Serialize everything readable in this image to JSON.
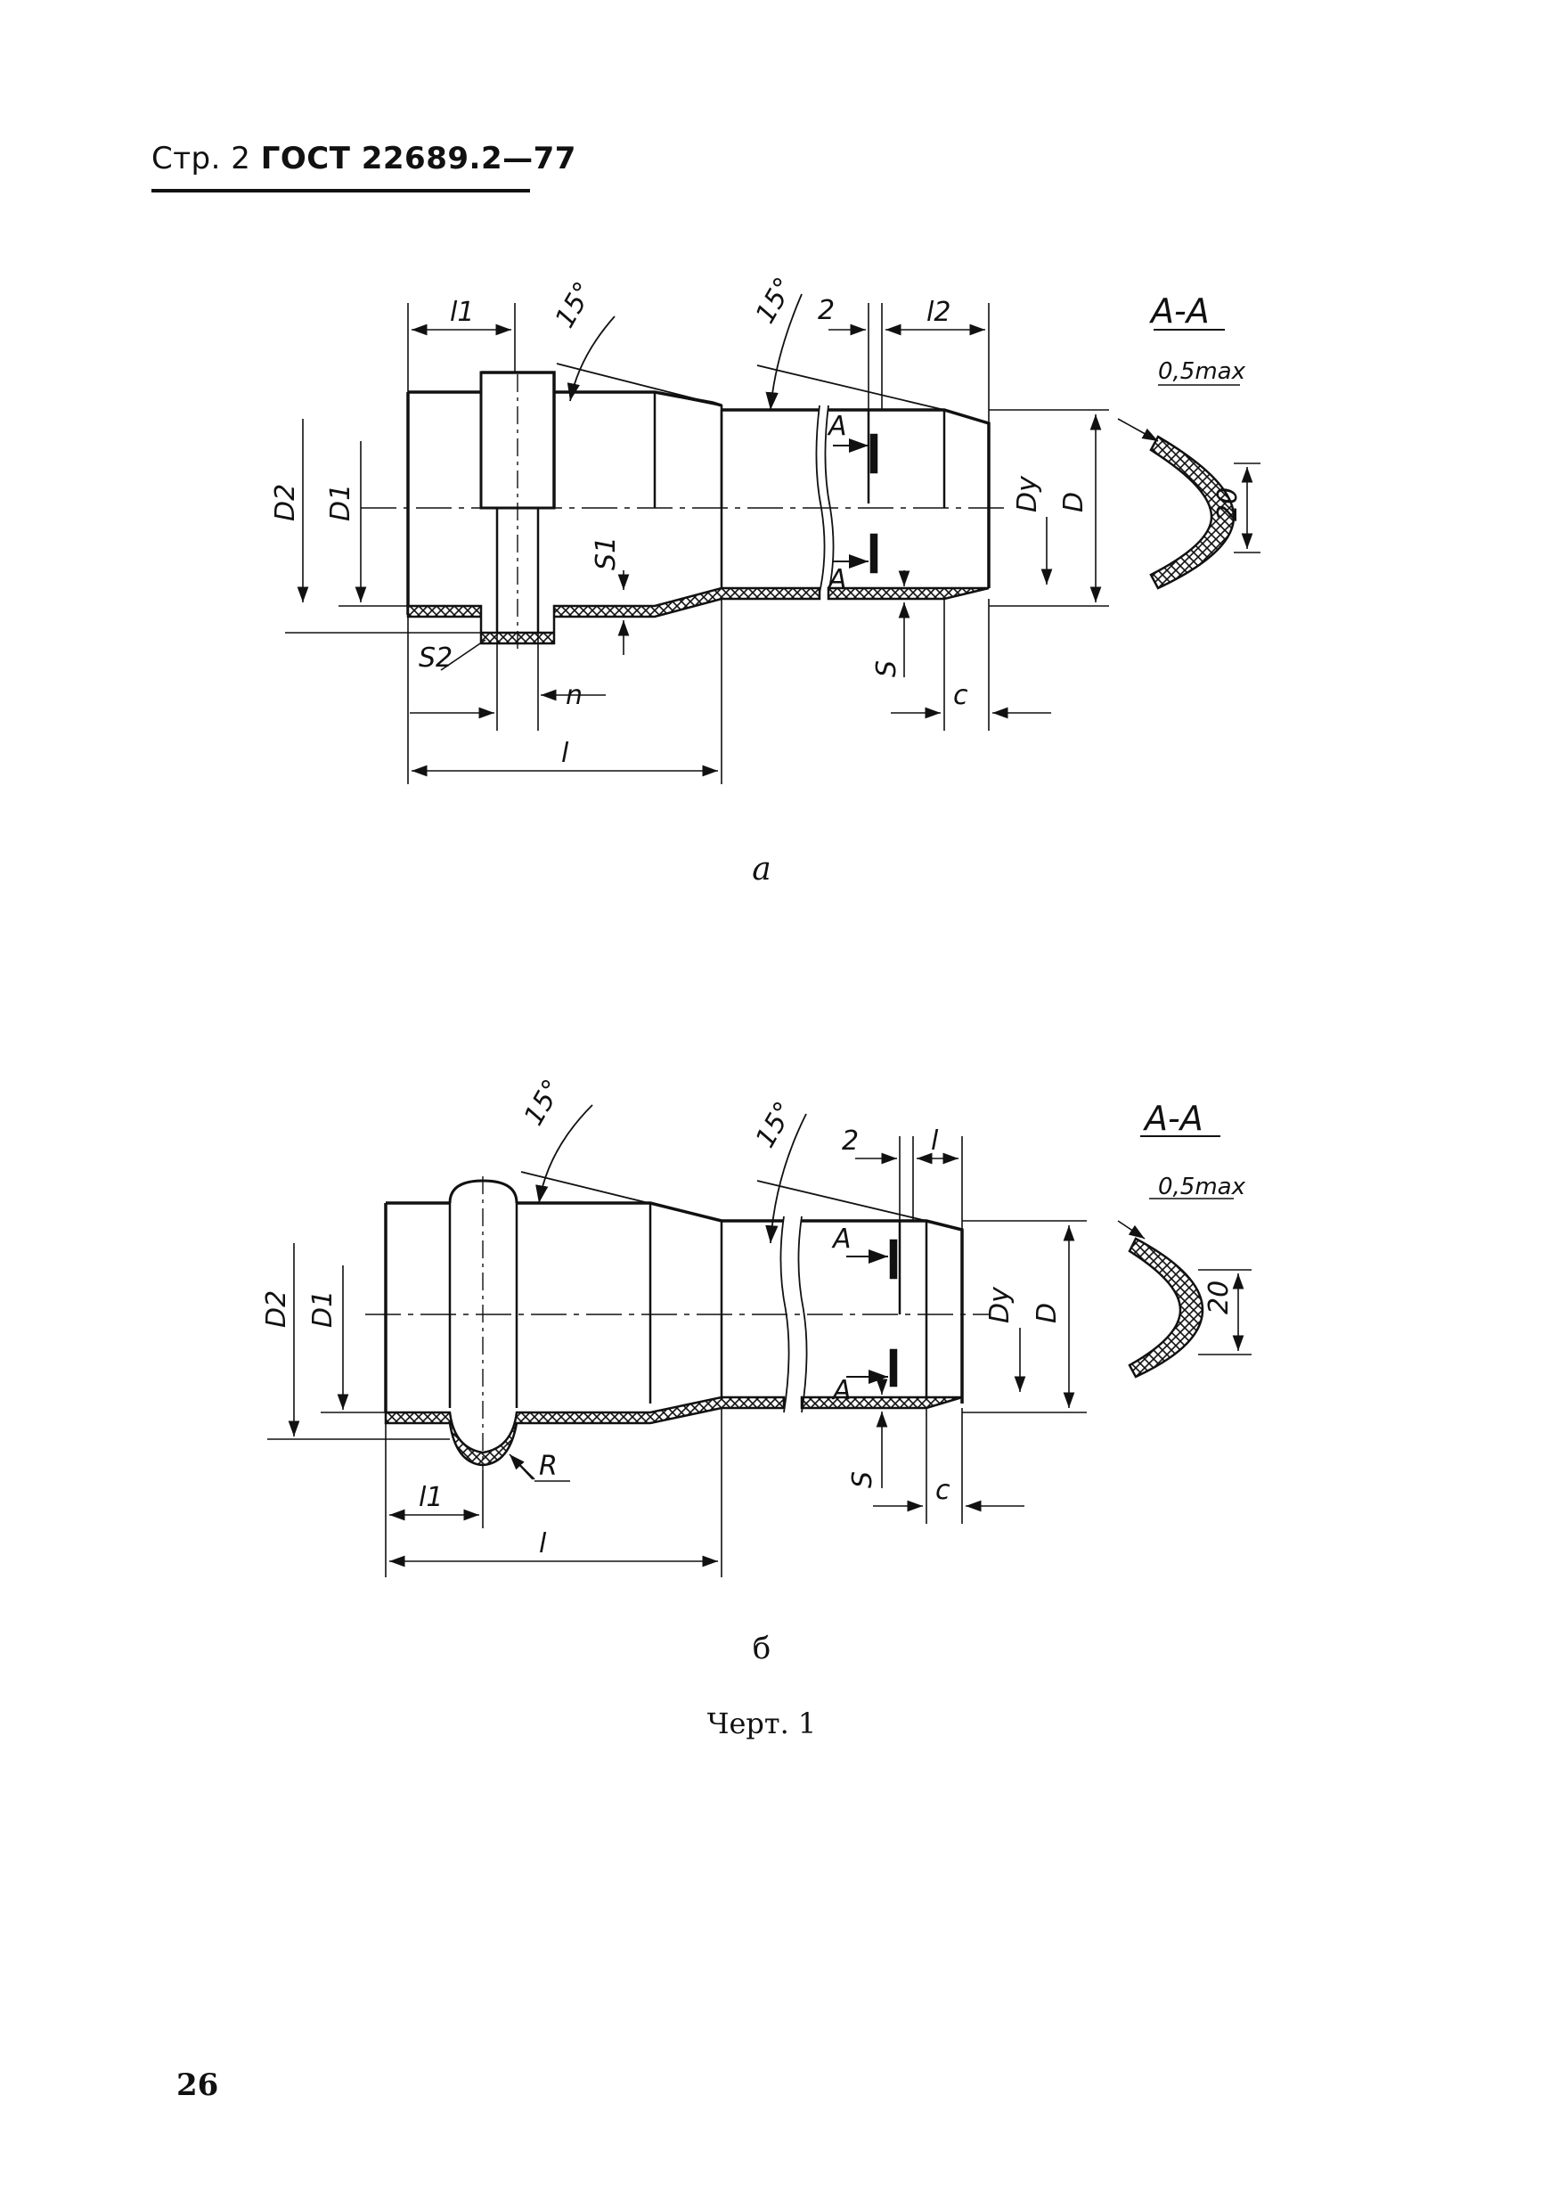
{
  "header": {
    "page_label": "Стр. 2",
    "standard": "ГОСТ 22689.2—77"
  },
  "drawing_a": {
    "caption": "а",
    "dims": {
      "l1": "l1",
      "angle_left": "15°",
      "angle_right": "15°",
      "gap": "2",
      "l2": "l2",
      "D2": "D2",
      "D1": "D1",
      "Dy": "Dy",
      "D": "D",
      "S1": "S1",
      "S2": "S2",
      "S": "S",
      "n": "n",
      "l": "l",
      "c": "c",
      "A_top": "A",
      "A_bottom": "A"
    },
    "section": {
      "title": "A-A",
      "tolerance": "0,5max",
      "width": "20"
    }
  },
  "drawing_b": {
    "caption": "б",
    "dims": {
      "angle_left": "15°",
      "angle_right": "15°",
      "gap": "2",
      "l_top": "l",
      "D2": "D2",
      "D1": "D1",
      "Dy": "Dy",
      "D": "D",
      "R": "R",
      "l1": "l1",
      "l": "l",
      "S": "S",
      "c": "c",
      "A_top": "A",
      "A_bottom": "A"
    },
    "section": {
      "title": "A-A",
      "tolerance": "0,5max",
      "width": "20"
    }
  },
  "figure_caption": "Черт. 1",
  "page_number": "26"
}
